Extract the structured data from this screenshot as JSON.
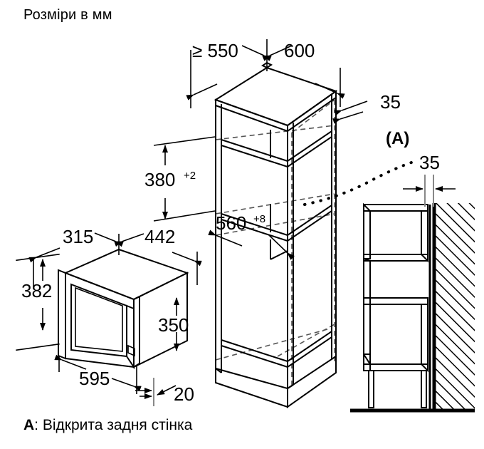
{
  "title": "Розміри в мм",
  "caption": {
    "marker": "A",
    "separator": ":",
    "text": " Відкрита задня стінка"
  },
  "annotations": {
    "callout_a": "(A)"
  },
  "dimensions": {
    "niche_depth": {
      "value": "≥ 550",
      "unit": "mm"
    },
    "niche_width": {
      "value": "600",
      "unit": "mm"
    },
    "back_gap_top": {
      "value": "35",
      "unit": "mm"
    },
    "wall_gap_side": {
      "value": "35",
      "unit": "mm"
    },
    "niche_height": {
      "value": "380",
      "tolerance": "+2",
      "unit": "mm"
    },
    "niche_opening_width": {
      "value": "560",
      "tolerance": "+8",
      "unit": "mm"
    },
    "appliance_depth": {
      "value": "315",
      "unit": "mm"
    },
    "appliance_body_width": {
      "value": "442",
      "unit": "mm"
    },
    "appliance_front_height": {
      "value": "382",
      "unit": "mm"
    },
    "appliance_body_height": {
      "value": "350",
      "unit": "mm"
    },
    "appliance_front_width": {
      "value": "595",
      "unit": "mm"
    },
    "appliance_front_thickness": {
      "value": "20",
      "unit": "mm"
    }
  },
  "colors": {
    "line": "#000000",
    "hidden_line": "#555555",
    "background": "#ffffff"
  },
  "views": {
    "appliance": "microwave-isometric",
    "cabinet": "cabinet-niche-isometric",
    "side": "cabinet-side-elevation"
  }
}
